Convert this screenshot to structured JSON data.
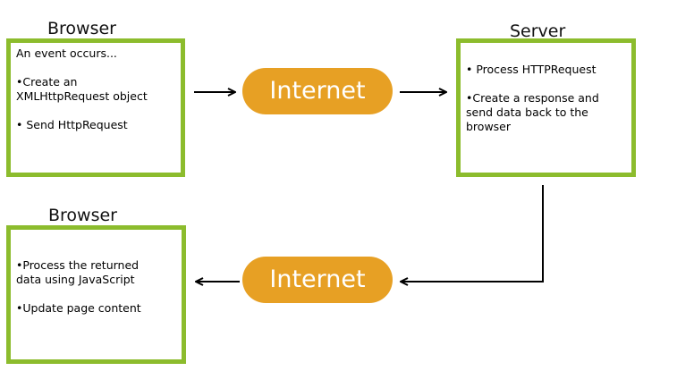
{
  "titles": {
    "browser_top": "Browser",
    "server": "Server",
    "browser_bottom": "Browser"
  },
  "browser_top_box": {
    "line1": "An event occurs...",
    "line2a": "•Create an",
    "line2b": "XMLHttpRequest object",
    "line3": "• Send HttpRequest"
  },
  "server_box": {
    "line1": "• Process HTTPRequest",
    "line2a": "•Create a response and",
    "line2b": "send data back to the",
    "line2c": "browser"
  },
  "browser_bottom_box": {
    "line1a": "•Process the returned",
    "line1b": "data using JavaScript",
    "line2": "•Update page content"
  },
  "internet_top": "Internet",
  "internet_bottom": "Internet",
  "colors": {
    "box_border": "#8cbc2d",
    "pill_fill": "#e7a024",
    "pill_text": "#ffffff",
    "arrow": "#000000"
  }
}
